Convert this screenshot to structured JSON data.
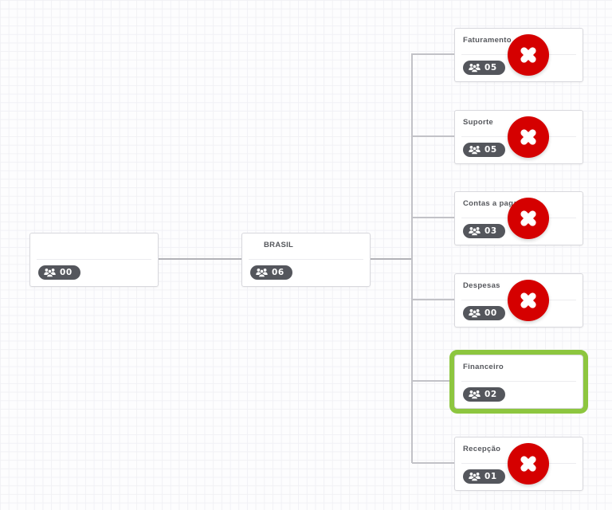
{
  "app": {
    "view": "organization-chart-canvas"
  },
  "colors": {
    "delete_red": "#d50000",
    "selection_green": "#8dc63f",
    "badge_gray": "#54565c",
    "connector_gray": "#c2c2c7",
    "card_border": "#d8d8dd"
  },
  "icons": {
    "members": "users-icon",
    "delete": "x-circle-icon"
  },
  "nodes": [
    {
      "title": "",
      "count": "00"
    },
    {
      "title": "BRASIL",
      "count": "06"
    },
    {
      "title": "Faturamento",
      "count": "05",
      "marked_for_delete": true
    },
    {
      "title": "Suporte",
      "count": "05",
      "marked_for_delete": true
    },
    {
      "title": "Contas a pagar",
      "count": "03",
      "marked_for_delete": true
    },
    {
      "title": "Despesas",
      "count": "00",
      "marked_for_delete": true
    },
    {
      "title": "Financeiro",
      "count": "02",
      "selected": true
    },
    {
      "title": "Recepção",
      "count": "01",
      "marked_for_delete": true
    }
  ]
}
